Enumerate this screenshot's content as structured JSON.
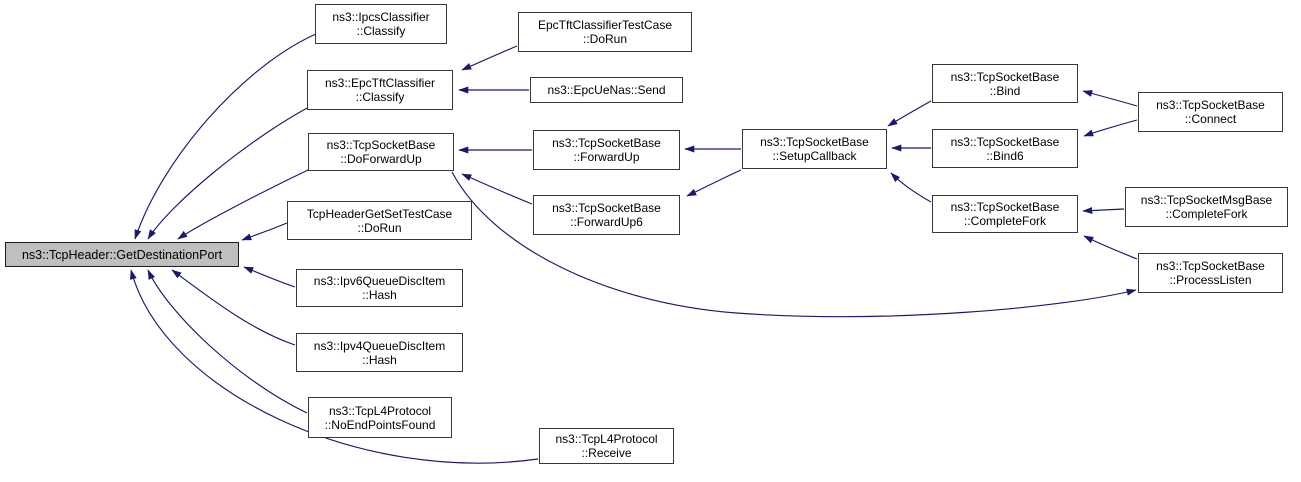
{
  "diagram": {
    "kind": "caller-graph",
    "colors": {
      "background": "#ffffff",
      "edge": "#191970",
      "node_border": "#383838",
      "node_fill": "#ffffff",
      "main_node_fill": "#bfbfbf",
      "text": "#000000"
    },
    "nodes": [
      {
        "id": "main",
        "main": true,
        "lines": [
          "ns3::TcpHeader::GetDestinationPort"
        ]
      },
      {
        "id": "ipcs",
        "main": false,
        "lines": [
          "ns3::IpcsClassifier",
          "::Classify"
        ]
      },
      {
        "id": "tftTest",
        "main": false,
        "lines": [
          "EpcTftClassifierTestCase",
          "::DoRun"
        ]
      },
      {
        "id": "tft",
        "main": false,
        "lines": [
          "ns3::EpcTftClassifier",
          "::Classify"
        ]
      },
      {
        "id": "send",
        "main": false,
        "lines": [
          "ns3::EpcUeNas::Send"
        ]
      },
      {
        "id": "dofwd",
        "main": false,
        "lines": [
          "ns3::TcpSocketBase",
          "::DoForwardUp"
        ]
      },
      {
        "id": "fwd",
        "main": false,
        "lines": [
          "ns3::TcpSocketBase",
          "::ForwardUp"
        ]
      },
      {
        "id": "fwd6",
        "main": false,
        "lines": [
          "ns3::TcpSocketBase",
          "::ForwardUp6"
        ]
      },
      {
        "id": "setup",
        "main": false,
        "lines": [
          "ns3::TcpSocketBase",
          "::SetupCallback"
        ]
      },
      {
        "id": "bind",
        "main": false,
        "lines": [
          "ns3::TcpSocketBase",
          "::Bind"
        ]
      },
      {
        "id": "bind6",
        "main": false,
        "lines": [
          "ns3::TcpSocketBase",
          "::Bind6"
        ]
      },
      {
        "id": "connect",
        "main": false,
        "lines": [
          "ns3::TcpSocketBase",
          "::Connect"
        ]
      },
      {
        "id": "cfork",
        "main": false,
        "lines": [
          "ns3::TcpSocketBase",
          "::CompleteFork"
        ]
      },
      {
        "id": "msgfork",
        "main": false,
        "lines": [
          "ns3::TcpSocketMsgBase",
          "::CompleteFork"
        ]
      },
      {
        "id": "plisten",
        "main": false,
        "lines": [
          "ns3::TcpSocketBase",
          "::ProcessListen"
        ]
      },
      {
        "id": "getset",
        "main": false,
        "lines": [
          "TcpHeaderGetSetTestCase",
          "::DoRun"
        ]
      },
      {
        "id": "v6hash",
        "main": false,
        "lines": [
          "ns3::Ipv6QueueDiscItem",
          "::Hash"
        ]
      },
      {
        "id": "v4hash",
        "main": false,
        "lines": [
          "ns3::Ipv4QueueDiscItem",
          "::Hash"
        ]
      },
      {
        "id": "noep",
        "main": false,
        "lines": [
          "ns3::TcpL4Protocol",
          "::NoEndPointsFound"
        ]
      },
      {
        "id": "recv",
        "main": false,
        "lines": [
          "ns3::TcpL4Protocol",
          "::Receive"
        ]
      }
    ],
    "edges": [
      {
        "from": "ipcs",
        "to": "main"
      },
      {
        "from": "tft",
        "to": "main"
      },
      {
        "from": "dofwd",
        "to": "main"
      },
      {
        "from": "getset",
        "to": "main"
      },
      {
        "from": "v6hash",
        "to": "main"
      },
      {
        "from": "v4hash",
        "to": "main"
      },
      {
        "from": "noep",
        "to": "main"
      },
      {
        "from": "recv",
        "to": "main"
      },
      {
        "from": "tftTest",
        "to": "tft"
      },
      {
        "from": "send",
        "to": "tft"
      },
      {
        "from": "fwd",
        "to": "dofwd"
      },
      {
        "from": "fwd6",
        "to": "dofwd"
      },
      {
        "from": "setup",
        "to": "fwd"
      },
      {
        "from": "setup",
        "to": "fwd6"
      },
      {
        "from": "bind",
        "to": "setup"
      },
      {
        "from": "bind6",
        "to": "setup"
      },
      {
        "from": "cfork",
        "to": "setup"
      },
      {
        "from": "connect",
        "to": "bind"
      },
      {
        "from": "connect",
        "to": "bind6"
      },
      {
        "from": "msgfork",
        "to": "cfork"
      },
      {
        "from": "plisten",
        "to": "cfork"
      },
      {
        "from": "dofwd",
        "to": "plisten"
      }
    ]
  }
}
